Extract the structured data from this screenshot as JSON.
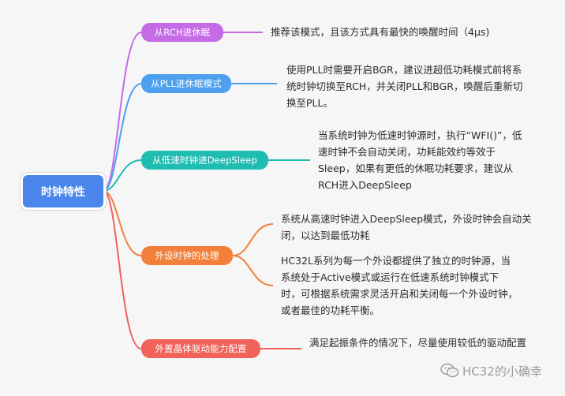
{
  "root": {
    "label": "时钟特性"
  },
  "branches": [
    {
      "label": "从RCH进休眠",
      "color": "#c56be6"
    },
    {
      "label": "从PLL进休眠模式",
      "color": "#4da0ee"
    },
    {
      "label": "从低速时钟进DeepSleep",
      "color": "#1fbcb1"
    },
    {
      "label": "外设时钟的处理",
      "color": "#f2803a"
    },
    {
      "label": "外置晶体驱动能力配置",
      "color": "#f0625a"
    }
  ],
  "descriptions": [
    "推荐该模式，且该方式具有最快的唤醒时间（4μs)",
    "使用PLL时需要开启BGR，建议进超低功耗模式前将系统时钟切换至RCH，并关闭PLL和BGR，唤醒后重新切换至PLL。",
    "当系统时钟为低速时钟源时，执行“WFI()”，低速时钟不会自动关闭，功耗能效约等效于Sleep，如果有更低的休眠功耗要求，建议从RCH进入DeepSleep",
    "系统从高速时钟进入DeepSleep模式，外设时钟会自动关闭，以达到最低功耗",
    "HC32L系列为每一个外设都提供了独立的时钟源，当系统处于Active模式或运行在低速系统时钟模式下时，可根据系统需求灵活开启和关闭每一个外设时钟，或者最佳的功耗平衡。",
    "满足起振条件的情况下，尽量使用较低的驱动配置"
  ],
  "watermark": {
    "text": "HC32的小确幸",
    "icon": "wechat-icon"
  }
}
